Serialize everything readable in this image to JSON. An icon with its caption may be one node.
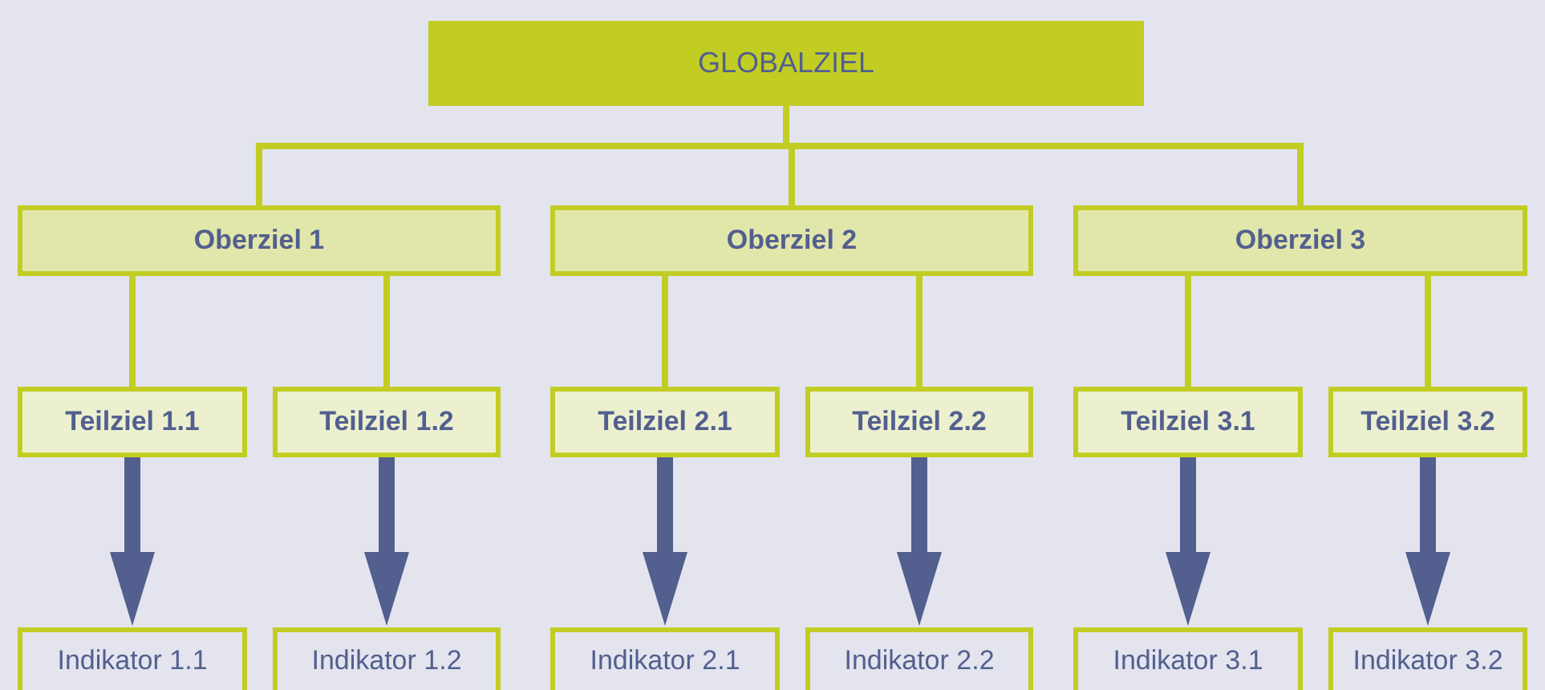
{
  "diagram": {
    "nodes": [
      {
        "text": [
          "GLOBALZIEL"
        ]
      },
      {
        "text": [
          "Oberziel 1"
        ]
      },
      {
        "text": [
          "Oberziel 2"
        ]
      },
      {
        "text": [
          "Oberziel 3"
        ]
      },
      {
        "text": [
          "Teilziel 1.1"
        ]
      },
      {
        "text": [
          "Teilziel 1.2"
        ]
      },
      {
        "text": [
          "Teilziel 2.1"
        ]
      },
      {
        "text": [
          "Teilziel 2.2"
        ]
      },
      {
        "text": [
          "Teilziel 3.1"
        ]
      },
      {
        "text": [
          "Teilziel 3.2"
        ]
      },
      {
        "text": [
          "Indikator 1.1"
        ]
      },
      {
        "text": [
          "Indikator 1.2"
        ]
      },
      {
        "text": [
          "Indikator 2.1"
        ]
      },
      {
        "text": [
          "Indikator 2.2"
        ]
      },
      {
        "text": [
          "Indikator 3.1"
        ]
      },
      {
        "text": [
          "Indikator 3.2"
        ]
      }
    ],
    "edges": [
      {
        "from": 0,
        "to": 1,
        "arrow": "none"
      },
      {
        "from": 0,
        "to": 2,
        "arrow": "none"
      },
      {
        "from": 0,
        "to": 3,
        "arrow": "none"
      },
      {
        "from": 1,
        "to": 4,
        "arrow": "none"
      },
      {
        "from": 1,
        "to": 5,
        "arrow": "none"
      },
      {
        "from": 2,
        "to": 6,
        "arrow": "none"
      },
      {
        "from": 2,
        "to": 7,
        "arrow": "none"
      },
      {
        "from": 3,
        "to": 8,
        "arrow": "none"
      },
      {
        "from": 3,
        "to": 9,
        "arrow": "none"
      },
      {
        "from": 4,
        "to": 10,
        "arrow": "to",
        "style": "thick",
        "color": "#525f8f"
      },
      {
        "from": 5,
        "to": 11,
        "arrow": "to",
        "style": "thick",
        "color": "#525f8f"
      },
      {
        "from": 6,
        "to": 12,
        "arrow": "to",
        "style": "thick",
        "color": "#525f8f"
      },
      {
        "from": 7,
        "to": 13,
        "arrow": "to",
        "style": "thick",
        "color": "#525f8f"
      },
      {
        "from": 8,
        "to": 14,
        "arrow": "to",
        "style": "thick",
        "color": "#525f8f"
      },
      {
        "from": 9,
        "to": 15,
        "arrow": "to",
        "style": "thick",
        "color": "#525f8f"
      }
    ]
  }
}
